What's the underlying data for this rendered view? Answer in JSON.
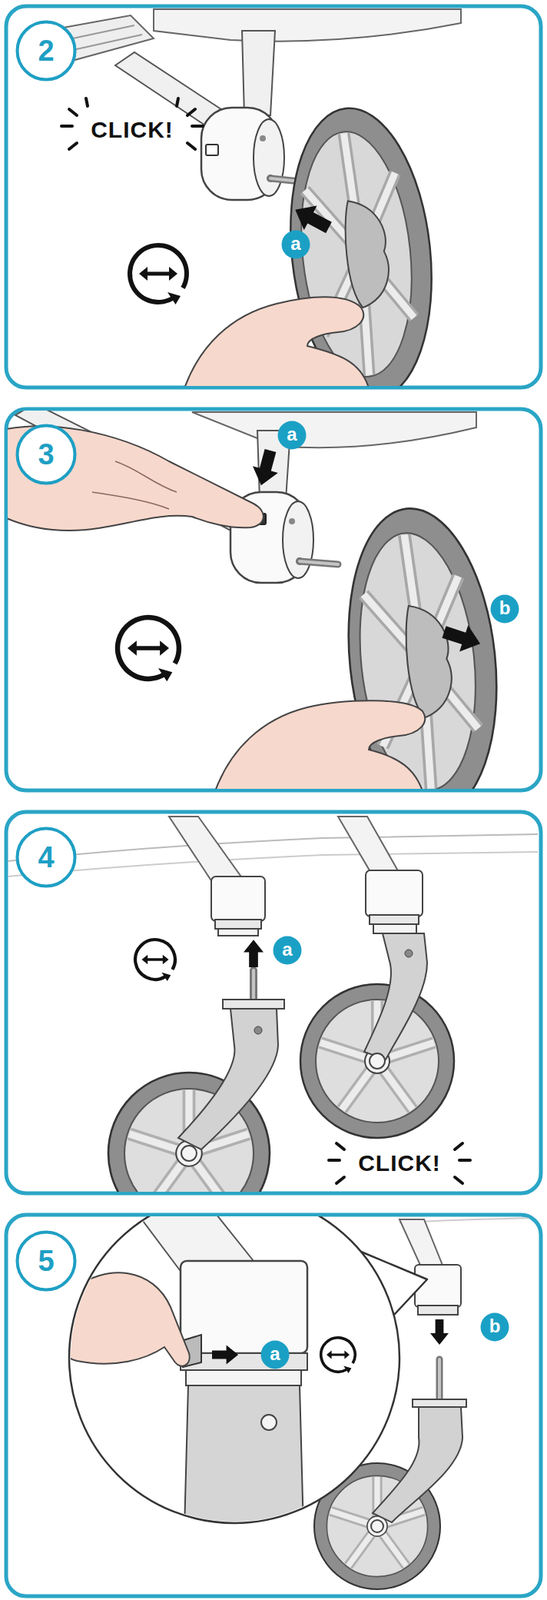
{
  "diagram": {
    "nodes": [
      {
        "text": [
          "2"
        ]
      },
      {
        "text": [
          "a"
        ]
      },
      {
        "text": [
          "3"
        ]
      },
      {
        "text": [
          "a"
        ]
      },
      {
        "text": [
          "b"
        ]
      },
      {
        "text": [
          "4"
        ]
      },
      {
        "text": [
          "a"
        ]
      },
      {
        "text": [
          "5"
        ]
      },
      {
        "text": [
          "a"
        ]
      },
      {
        "text": [
          "b"
        ]
      }
    ],
    "labels": [
      "CLICK!",
      "CLICK!"
    ]
  }
}
